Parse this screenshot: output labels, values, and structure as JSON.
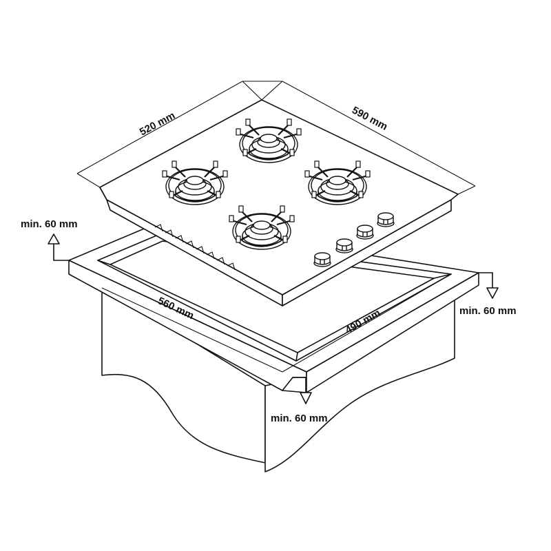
{
  "dimensions": {
    "hob_depth": "520 mm",
    "hob_width": "590 mm",
    "cutout_width": "560 mm",
    "cutout_depth": "490 mm"
  },
  "clearances": {
    "left": "min. 60 mm",
    "right": "min. 60 mm",
    "front": "min. 60 mm"
  },
  "colors": {
    "line": "#111111",
    "background": "#ffffff"
  },
  "icons": {
    "clearance_arrow": "arrow-icon",
    "burner": "gas-burner-icon",
    "knob": "control-knob-icon"
  }
}
